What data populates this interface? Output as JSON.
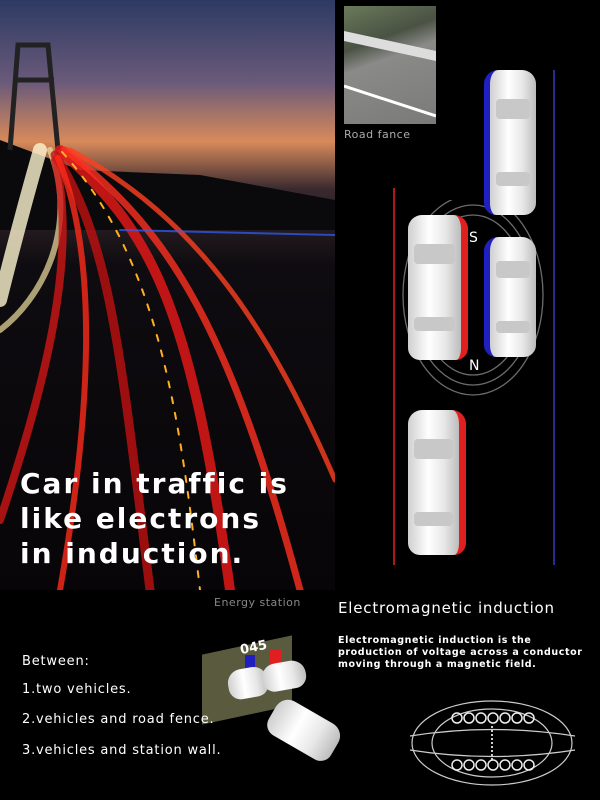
{
  "headline": [
    "Car in traffic is",
    "like electrons",
    "in induction."
  ],
  "road_fence_label": "Road fance",
  "poles": {
    "south": "S",
    "north": "N"
  },
  "energy_station": {
    "label": "Energy station",
    "counter": "045"
  },
  "between": {
    "title": "Between:",
    "items": [
      "1.two vehicles.",
      "2.vehicles and road fence.",
      "3.vehicles and station wall."
    ]
  },
  "em": {
    "title": "Electromagnetic induction",
    "body": "Electromagnetic induction is the production of voltage across a conductor moving through a magnetic field."
  },
  "colors": {
    "red": "#e02020",
    "blue": "#2020c0"
  }
}
